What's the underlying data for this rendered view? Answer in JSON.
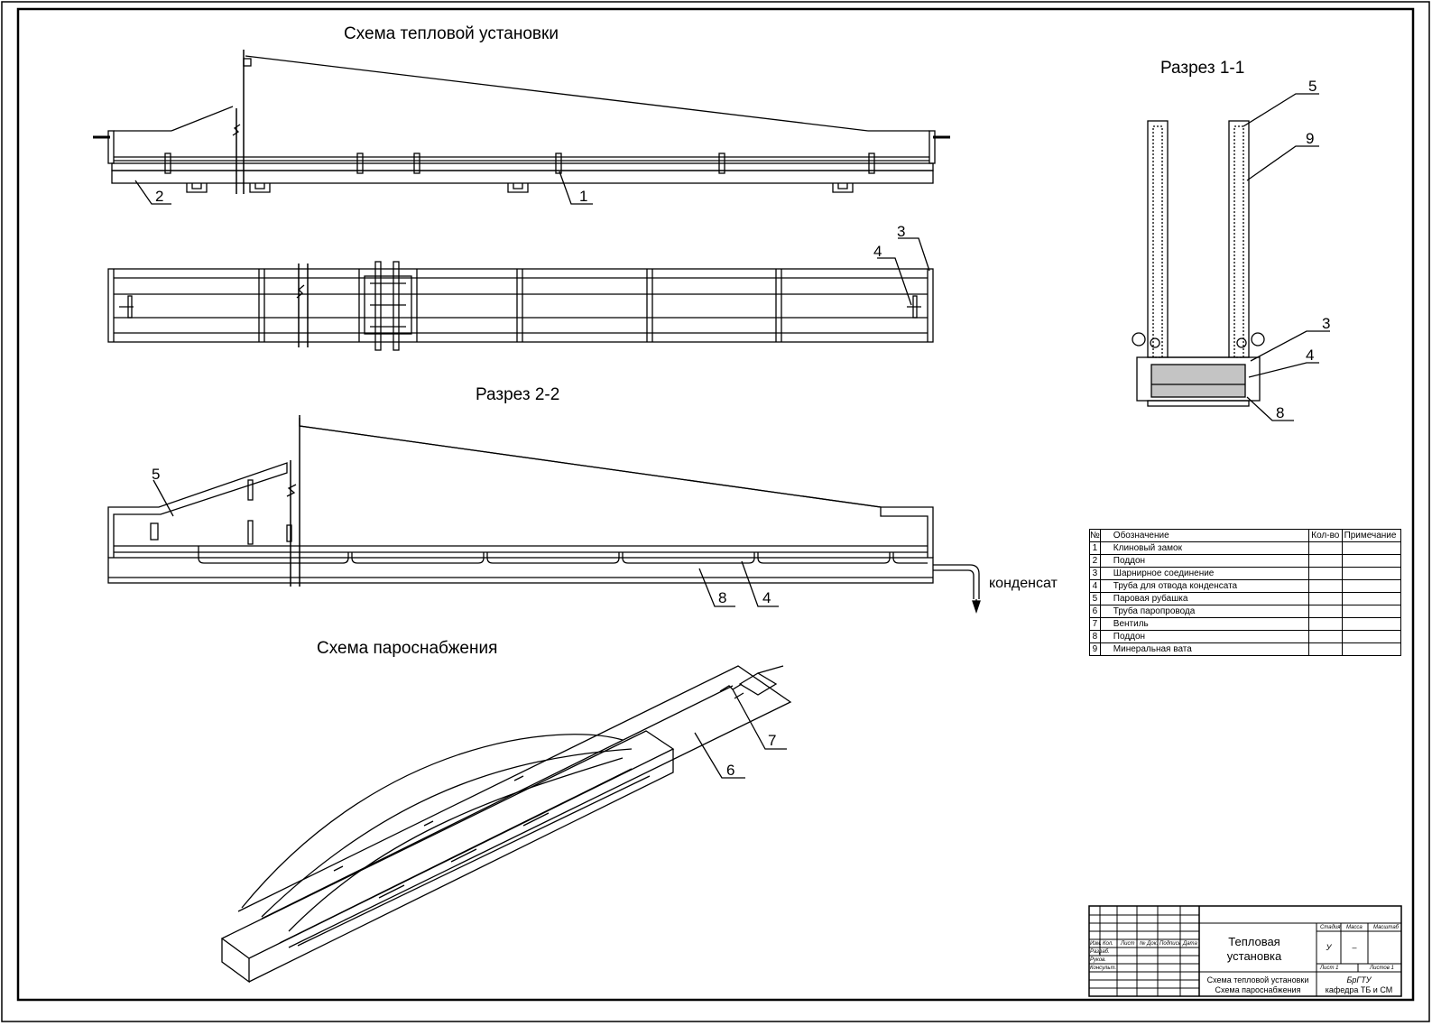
{
  "titles": {
    "heat_unit": "Схема тепловой установки",
    "section_1_1": "Разрез 1-1",
    "section_2_2": "Разрез 2-2",
    "steam_supply": "Схема пароснабжения"
  },
  "callouts": {
    "top_view_1": "1",
    "top_view_2": "2",
    "plan_3": "3",
    "plan_4": "4",
    "s11_5": "5",
    "s11_9": "9",
    "s11_3": "3",
    "s11_4": "4",
    "s11_8": "8",
    "s22_5": "5",
    "s22_8": "8",
    "s22_4": "4",
    "steam_6": "6",
    "steam_7": "7"
  },
  "condensate_label": "конденсат",
  "spec_table": {
    "headers": {
      "no": "№",
      "name": "Обозначение",
      "qty": "Кол-во",
      "note": "Примечание"
    },
    "rows": [
      {
        "no": "1",
        "name": "Клиновый замок"
      },
      {
        "no": "2",
        "name": "Поддон"
      },
      {
        "no": "3",
        "name": "Шарнирное соединение"
      },
      {
        "no": "4",
        "name": "Труба для отвода конденсата"
      },
      {
        "no": "5",
        "name": "Паровая рубашка"
      },
      {
        "no": "6",
        "name": "Труба паропровода"
      },
      {
        "no": "7",
        "name": "Вентиль"
      },
      {
        "no": "8",
        "name": "Поддон"
      },
      {
        "no": "9",
        "name": "Минеральная вата"
      }
    ]
  },
  "title_block": {
    "drawing_name_line1": "Тепловая",
    "drawing_name_line2": "установка",
    "sheet_title_line1": "Схема тепловой установки",
    "sheet_title_line2": "Схема пароснабжения",
    "org_line1": "БрГТУ",
    "org_line2": "кафедра ТБ и СМ",
    "stage_header": "Стадия",
    "mass_header": "Масса",
    "scale_header": "Масштаб",
    "stage_value": "У",
    "mass_value": "–",
    "sheet_label": "Лист 1",
    "sheets_label": "Листов 1",
    "col_izm": "Изм.",
    "col_kol": "Кол.",
    "col_list": "Лист",
    "col_ndok": "№ Док.",
    "col_podp": "Подпись",
    "col_data": "Дата",
    "row_razrab": "Разраб.",
    "row_ruk": "Руков.",
    "row_konsult": "Консульт."
  }
}
